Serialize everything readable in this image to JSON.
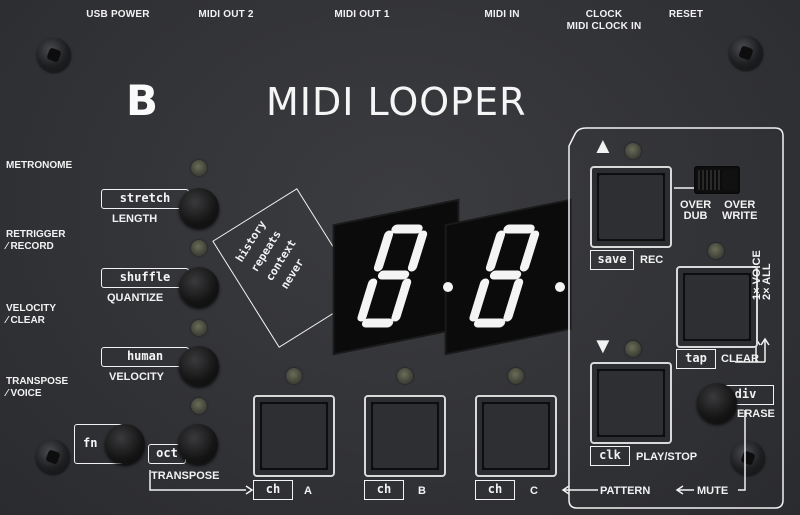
{
  "top_labels": {
    "usb_power": "USB POWER",
    "midi_out_2": "MIDI OUT 2",
    "midi_out_1": "MIDI OUT 1",
    "midi_in": "MIDI IN",
    "clock_line1": "CLOCK",
    "clock_line2": "MIDI CLOCK IN",
    "reset": "RESET"
  },
  "brand": {
    "logo": "B",
    "title": "MIDI LOOPER"
  },
  "side_labels": {
    "metronome": "METRONOME",
    "retrigger_line1": "RETRIGGER",
    "retrigger_line2": "⁄ RECORD",
    "velocity_line1": "VELOCITY",
    "velocity_line2": "⁄ CLEAR",
    "transpose_line1": "TRANSPOSE",
    "transpose_line2": "⁄ VOICE"
  },
  "left_controls": [
    {
      "shift": "stretch",
      "label": "LENGTH"
    },
    {
      "shift": "shuffle",
      "label": "QUANTIZE"
    },
    {
      "shift": "human",
      "label": "VELOCITY"
    },
    {
      "shift": "oct",
      "label": "TRANSPOSE"
    }
  ],
  "fn_button": {
    "label": "fn"
  },
  "pattern_menu": {
    "items": [
      "history",
      "repeats",
      "context",
      "never"
    ]
  },
  "display": {
    "digit1": "8.",
    "digit2": "8."
  },
  "pattern_pads": [
    {
      "shift": "ch",
      "label": "A"
    },
    {
      "shift": "ch",
      "label": "B"
    },
    {
      "shift": "ch",
      "label": "C"
    }
  ],
  "flow_labels": {
    "pattern": "PATTERN",
    "mute": "MUTE"
  },
  "right_section": {
    "up_arrow": "▲",
    "down_arrow": "▼",
    "rec_shift": "save",
    "rec_label": "REC",
    "play_shift": "clk",
    "play_label": "PLAY/STOP",
    "clear_shift": "tap",
    "clear_label": "CLEAR",
    "erase_shift": "div",
    "erase_label": "ERASE",
    "switch_left_line1": "OVER",
    "switch_left_line2": "DUB",
    "switch_right_line1": "OVER",
    "switch_right_line2": "WRITE",
    "voice_line1": "1× VOICE",
    "voice_line2": "2× ALL"
  },
  "colors": {
    "panel": "#333438",
    "print": "#f2f2f2",
    "led_off": "#5c5e4c",
    "display_segment": "#f4f4f4"
  }
}
